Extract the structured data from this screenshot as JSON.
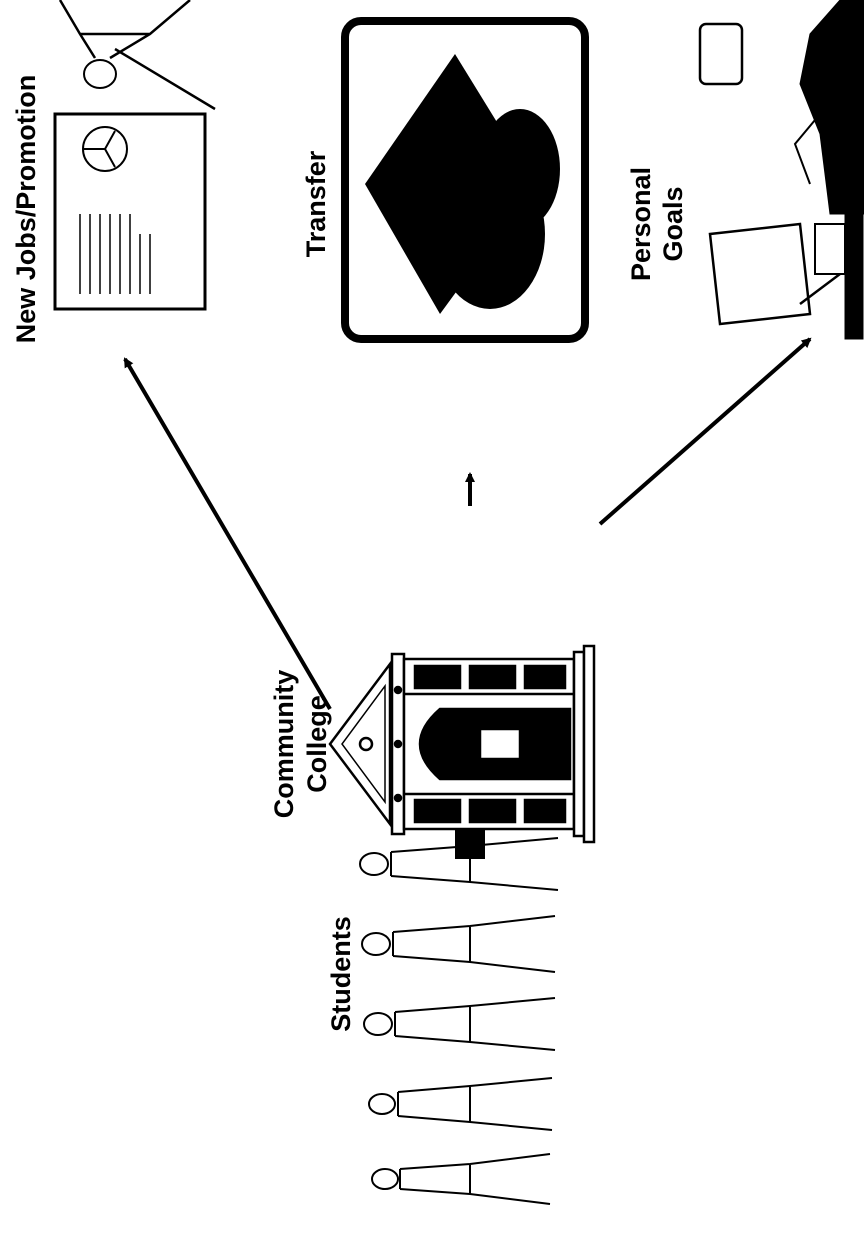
{
  "diagram": {
    "students_label": "Students",
    "college_label_line1": "Community",
    "college_label_line2": "College",
    "outcomes": [
      {
        "line1": "New Jobs/Promotion",
        "line2": ""
      },
      {
        "line1": "Transfer",
        "line2": ""
      },
      {
        "line1": "Personal",
        "line2": "Goals"
      }
    ]
  },
  "colors": {
    "ink": "#000000",
    "paper": "#ffffff"
  }
}
